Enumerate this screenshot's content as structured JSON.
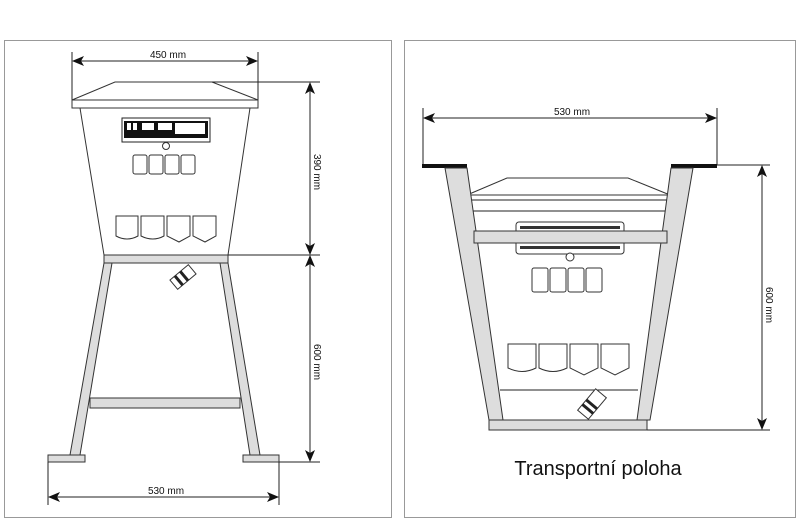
{
  "left_view": {
    "width_top": "450 mm",
    "height_box": "390 mm",
    "height_stand": "600 mm",
    "width_base": "530 mm"
  },
  "right_view": {
    "width_top": "530 mm",
    "height": "600 mm",
    "caption": "Transportní poloha"
  }
}
